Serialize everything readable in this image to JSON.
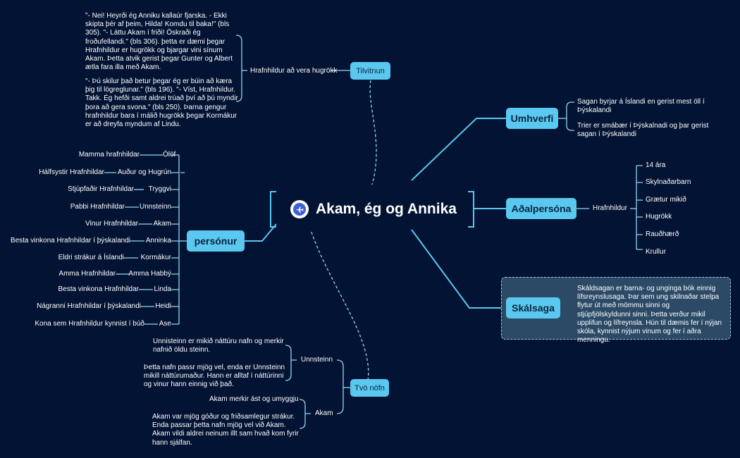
{
  "root": {
    "title": "Akam, ég og Annika",
    "icon": "airplane-icon"
  },
  "colors": {
    "background": "#031333",
    "accent": "#5ac8ef",
    "note_box": "#2c4a66"
  },
  "tilvitnun": {
    "label": "Tilvitnun",
    "sub": "Hrafnhildur að vera hugrökk",
    "quote1": "\"- Nei! Heyrði ég Anniku kallaúr fjarska. - Ekki skipta þér af þeim, Hilda! Komdu til baka!\" (bls 305). \"- Láttu Akam í friði! Öskraði ég froðufellandi.\" (bls 306). þetta er dæmi þegar Hrafnhildur er hugrökk og bjargar vini sínum Akam. Þetta atvik gerist þegar Gunter og Albert ætla fara illa með Akam.",
    "quote2": "\"- Þú skilur það betur þegar ég er búin að kæra þig til lögreglunar.\" (bls 196). \"- Víst, Hrafnhildur. Takk. Ég hefði samt aldrei trúað því að þú myndir þora að gera svona.\" (bls 250). Þarna gengur hrafnhildur bara í málið hugrökk þegar Kormákur er að dreyfa myndum af Lindu."
  },
  "umhverfi": {
    "label": "Umhverfi",
    "items": [
      "Sagan byrjar á Íslandi en gerist mest öll í Þýskalandi",
      "Trier er smábær í Þýskalnadi og þar gerist sagan í Þýskalandi"
    ]
  },
  "adalpersona": {
    "label": "Aðalpersóna",
    "sub": "Hrafnhildur",
    "traits": [
      "14 ára",
      "Skylnaðarbarn",
      "Grætur mikið",
      "Hugrökk",
      "Rauðhærð",
      "Krullur"
    ]
  },
  "skalsaga": {
    "label": "Skálsaga",
    "text": "Skáldsagan er barna- og unginga bók einnig lífsreynslusaga. Þar sem ung skilnaðar stelpa flytur út með mömmu sinni og stjúpfjölskyldunni sinni. Þetta verður mikil upplifun og lífreynsla. Hún til dæmis fer í nýjan skóla, kynnist nýjum vinum og fer í aðra menningu."
  },
  "personur": {
    "label": "persónur",
    "people": [
      {
        "name": "Ólöf",
        "role": "Mamma hrafnhildar"
      },
      {
        "name": "Auður og Hugrún",
        "role": "Hálfsystir Hrafnhildar"
      },
      {
        "name": "Tryggvi",
        "role": "Stjúpfaðir Hrafnhildar"
      },
      {
        "name": "Unnsteinn",
        "role": "Pabbi Hrafnhildar"
      },
      {
        "name": "Akam",
        "role": "Vinur Hrafnhildar"
      },
      {
        "name": "Anninka",
        "role": "Besta vinkona Hrafnhildar í þýskalandi"
      },
      {
        "name": "Kormákur",
        "role": "Eldri strákur á Íslandi"
      },
      {
        "name": "Amma Habbý",
        "role": "Amma Hrafnhildar"
      },
      {
        "name": "Linda",
        "role": "Besta vinkona Hrafnhildar"
      },
      {
        "name": "Heidi",
        "role": "Nágranni Hrafnhildar í þýskalandi"
      },
      {
        "name": "Ase",
        "role": "Kona sem Hrafnhildur kynnist í búð"
      }
    ]
  },
  "tvo_nofn": {
    "label": "Tvö nöfn",
    "unnsteinn": {
      "label": "Unnsteinn",
      "items": [
        "Unnisteinn er mikið náttúru nafn og merkir nafnið öldu steinn.",
        "Þetta nafn passr mjög vel, enda er Unnsteinn mikill náttúrumaður. Hann er alltaf í náttúrinni og vinur hann einnig við það."
      ]
    },
    "akam": {
      "label": "Akam",
      "items": [
        "Akam merkir ást og umyggju",
        "Akam var mjög góður og friðsamlegur strákur. Enda passar þetta nafn mjög vel við Akam. Akam vildi aldrei neinum illt sam hvað kom fyrir hann sjálfan."
      ]
    }
  }
}
